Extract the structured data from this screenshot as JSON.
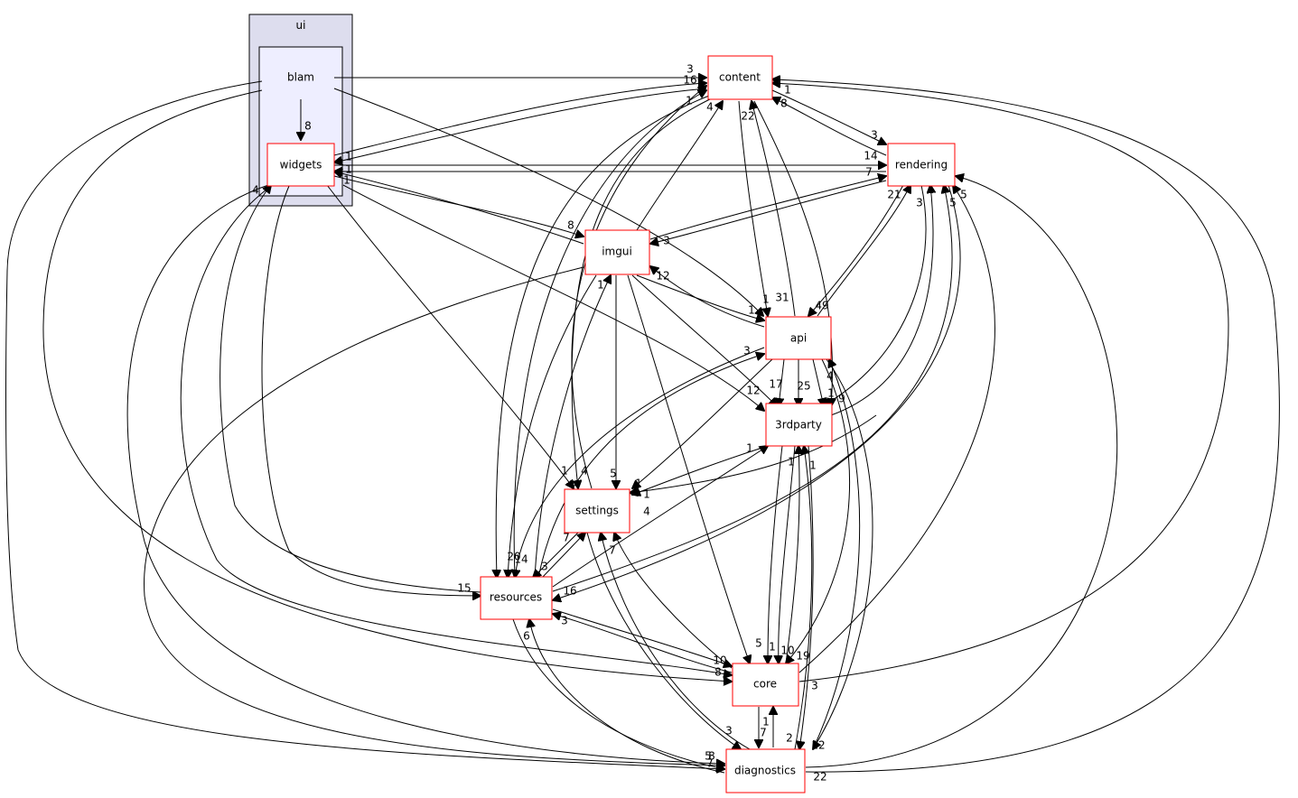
{
  "diagram": {
    "cluster": {
      "label": "ui"
    },
    "nodes": {
      "blam": "blam",
      "widgets": "widgets",
      "content": "content",
      "rendering": "rendering",
      "imgui": "imgui",
      "api": "api",
      "thirdparty": "3rdparty",
      "settings": "settings",
      "resources": "resources",
      "core": "core",
      "diagnostics": "diagnostics"
    },
    "edge_labels": {
      "blam_widgets": "8",
      "blam_content_a": "3",
      "blam_content_b": "16",
      "content_widgets": "1",
      "rendering_widgets": "14",
      "widgets_rendering": "7",
      "widgets_resources": "15",
      "widgets_imgui": "8",
      "imgui_widgets": "1",
      "resources_widgets": "4",
      "content_rendering": "3",
      "rendering_content": "8",
      "content_a1": "1",
      "content_b1": "1",
      "imgui_content": "4",
      "api_content": "22",
      "content_api": "31",
      "imgui_rendering": "3",
      "rendering_api": "21",
      "api_rendering": "49",
      "rendering_3rd": "3",
      "rendering_5a": "5",
      "rendering_5b": "5",
      "imgui_api": "1",
      "imgui_api_2": "12",
      "blam_api": "1",
      "imgui_3rd": "3",
      "widgets_3rd": "12",
      "api_3rd_17": "17",
      "api_3rd_25": "25",
      "api_3rd_1": "1",
      "content_3rd": "4",
      "api_9": "9",
      "imgui_resources": "1",
      "settings_imgui": "1",
      "resources_imgui_4": "4",
      "imgui_settings": "5",
      "api_settings": "1",
      "third_settings": "4",
      "third_resources": "1",
      "third_core_1": "1",
      "third_core_1b": "1",
      "settings_resources": "3",
      "resources_settings": "7",
      "core_settings": "7",
      "resources_20": "20",
      "resources_14": "14",
      "resources_16": "16",
      "resources_3": "3",
      "resources_6": "6",
      "core_5": "5",
      "core_1": "1",
      "core_10a": "10",
      "core_19": "19",
      "core_10b": "10",
      "core_8": "8",
      "core_3": "3",
      "diag_1": "1",
      "diag_7": "7",
      "diag_2": "2",
      "diag_12": "12",
      "diag_3": "3",
      "diag_5": "5",
      "diag_8": "8",
      "diag_7b": "7",
      "diag_22": "22"
    }
  }
}
